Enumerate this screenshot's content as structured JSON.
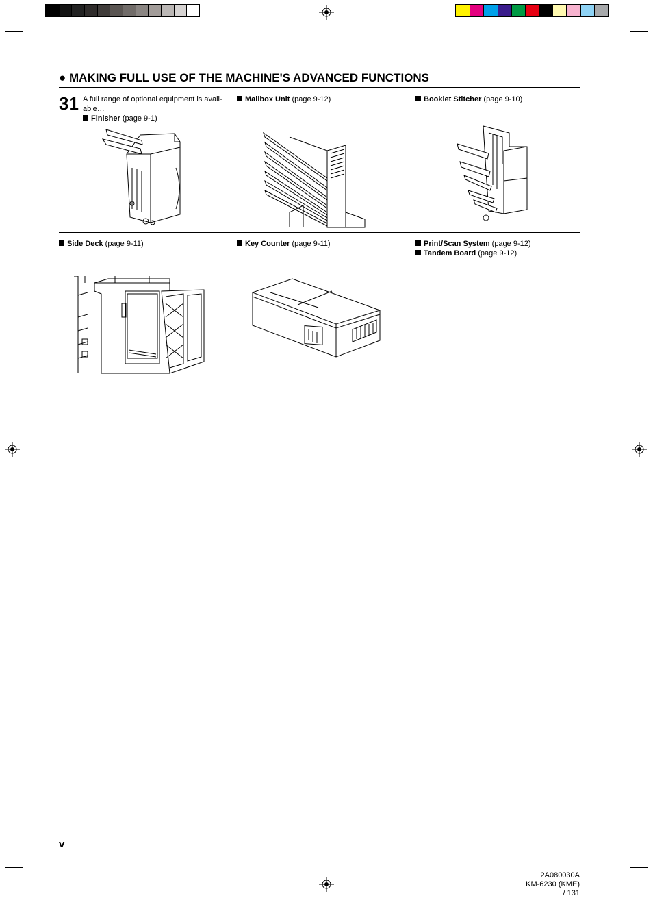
{
  "color_bar_left": [
    "#000000",
    "#141414",
    "#222222",
    "#2f2c2b",
    "#403c3a",
    "#5a5552",
    "#716c69",
    "#8a8582",
    "#a29c99",
    "#bbb7b5",
    "#d6d3d2",
    "#ffffff"
  ],
  "color_bar_right": [
    "#fff200",
    "#e4007f",
    "#00a0e9",
    "#3a1c8c",
    "#009944",
    "#e60012",
    "#000000",
    "#fff9b0",
    "#f7b3cf",
    "#8fd3f5",
    "#a7a9ab"
  ],
  "heading": {
    "bullet": "●",
    "text": "MAKING FULL USE OF THE MACHINE'S ADVANCED FUNCTIONS"
  },
  "section_number": "31",
  "intro": {
    "line1": "A full range of optional equipment is avail-",
    "line2": "able…"
  },
  "items": {
    "finisher": {
      "name": "Finisher",
      "page": "(page 9-1)"
    },
    "mailbox": {
      "name": "Mailbox Unit",
      "page": "(page 9-12)"
    },
    "booklet": {
      "name": "Booklet Stitcher",
      "page": "(page 9-10)"
    },
    "side_deck": {
      "name": "Side Deck",
      "page": "(page 9-11)"
    },
    "key_counter": {
      "name": "Key Counter",
      "page": "(page 9-11)"
    },
    "print_scan": {
      "name": "Print/Scan System",
      "page": "(page 9-12)"
    },
    "tandem": {
      "name": "Tandem Board",
      "page": "(page 9-12)"
    }
  },
  "page_label": "v",
  "footer": {
    "code": "2A080030A",
    "model": "KM-6230 (KME)",
    "page": "/ 131"
  }
}
